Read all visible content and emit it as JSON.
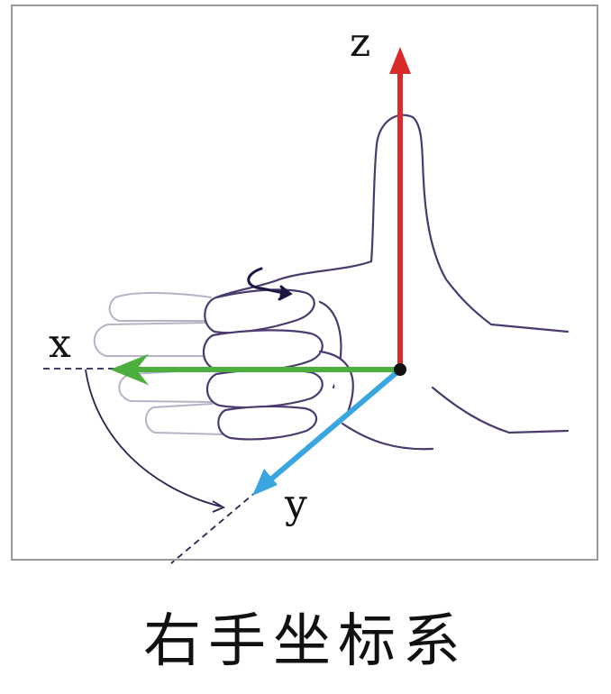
{
  "axes": {
    "z": {
      "label": "z",
      "color": "#d92b2b"
    },
    "x": {
      "label": "x",
      "color": "#4caf3d"
    },
    "y": {
      "label": "y",
      "color": "#3aa6e0"
    }
  },
  "caption": "右手坐标系",
  "colors": {
    "outline": "#4a3a6e",
    "frame": "#9a9a9a"
  }
}
